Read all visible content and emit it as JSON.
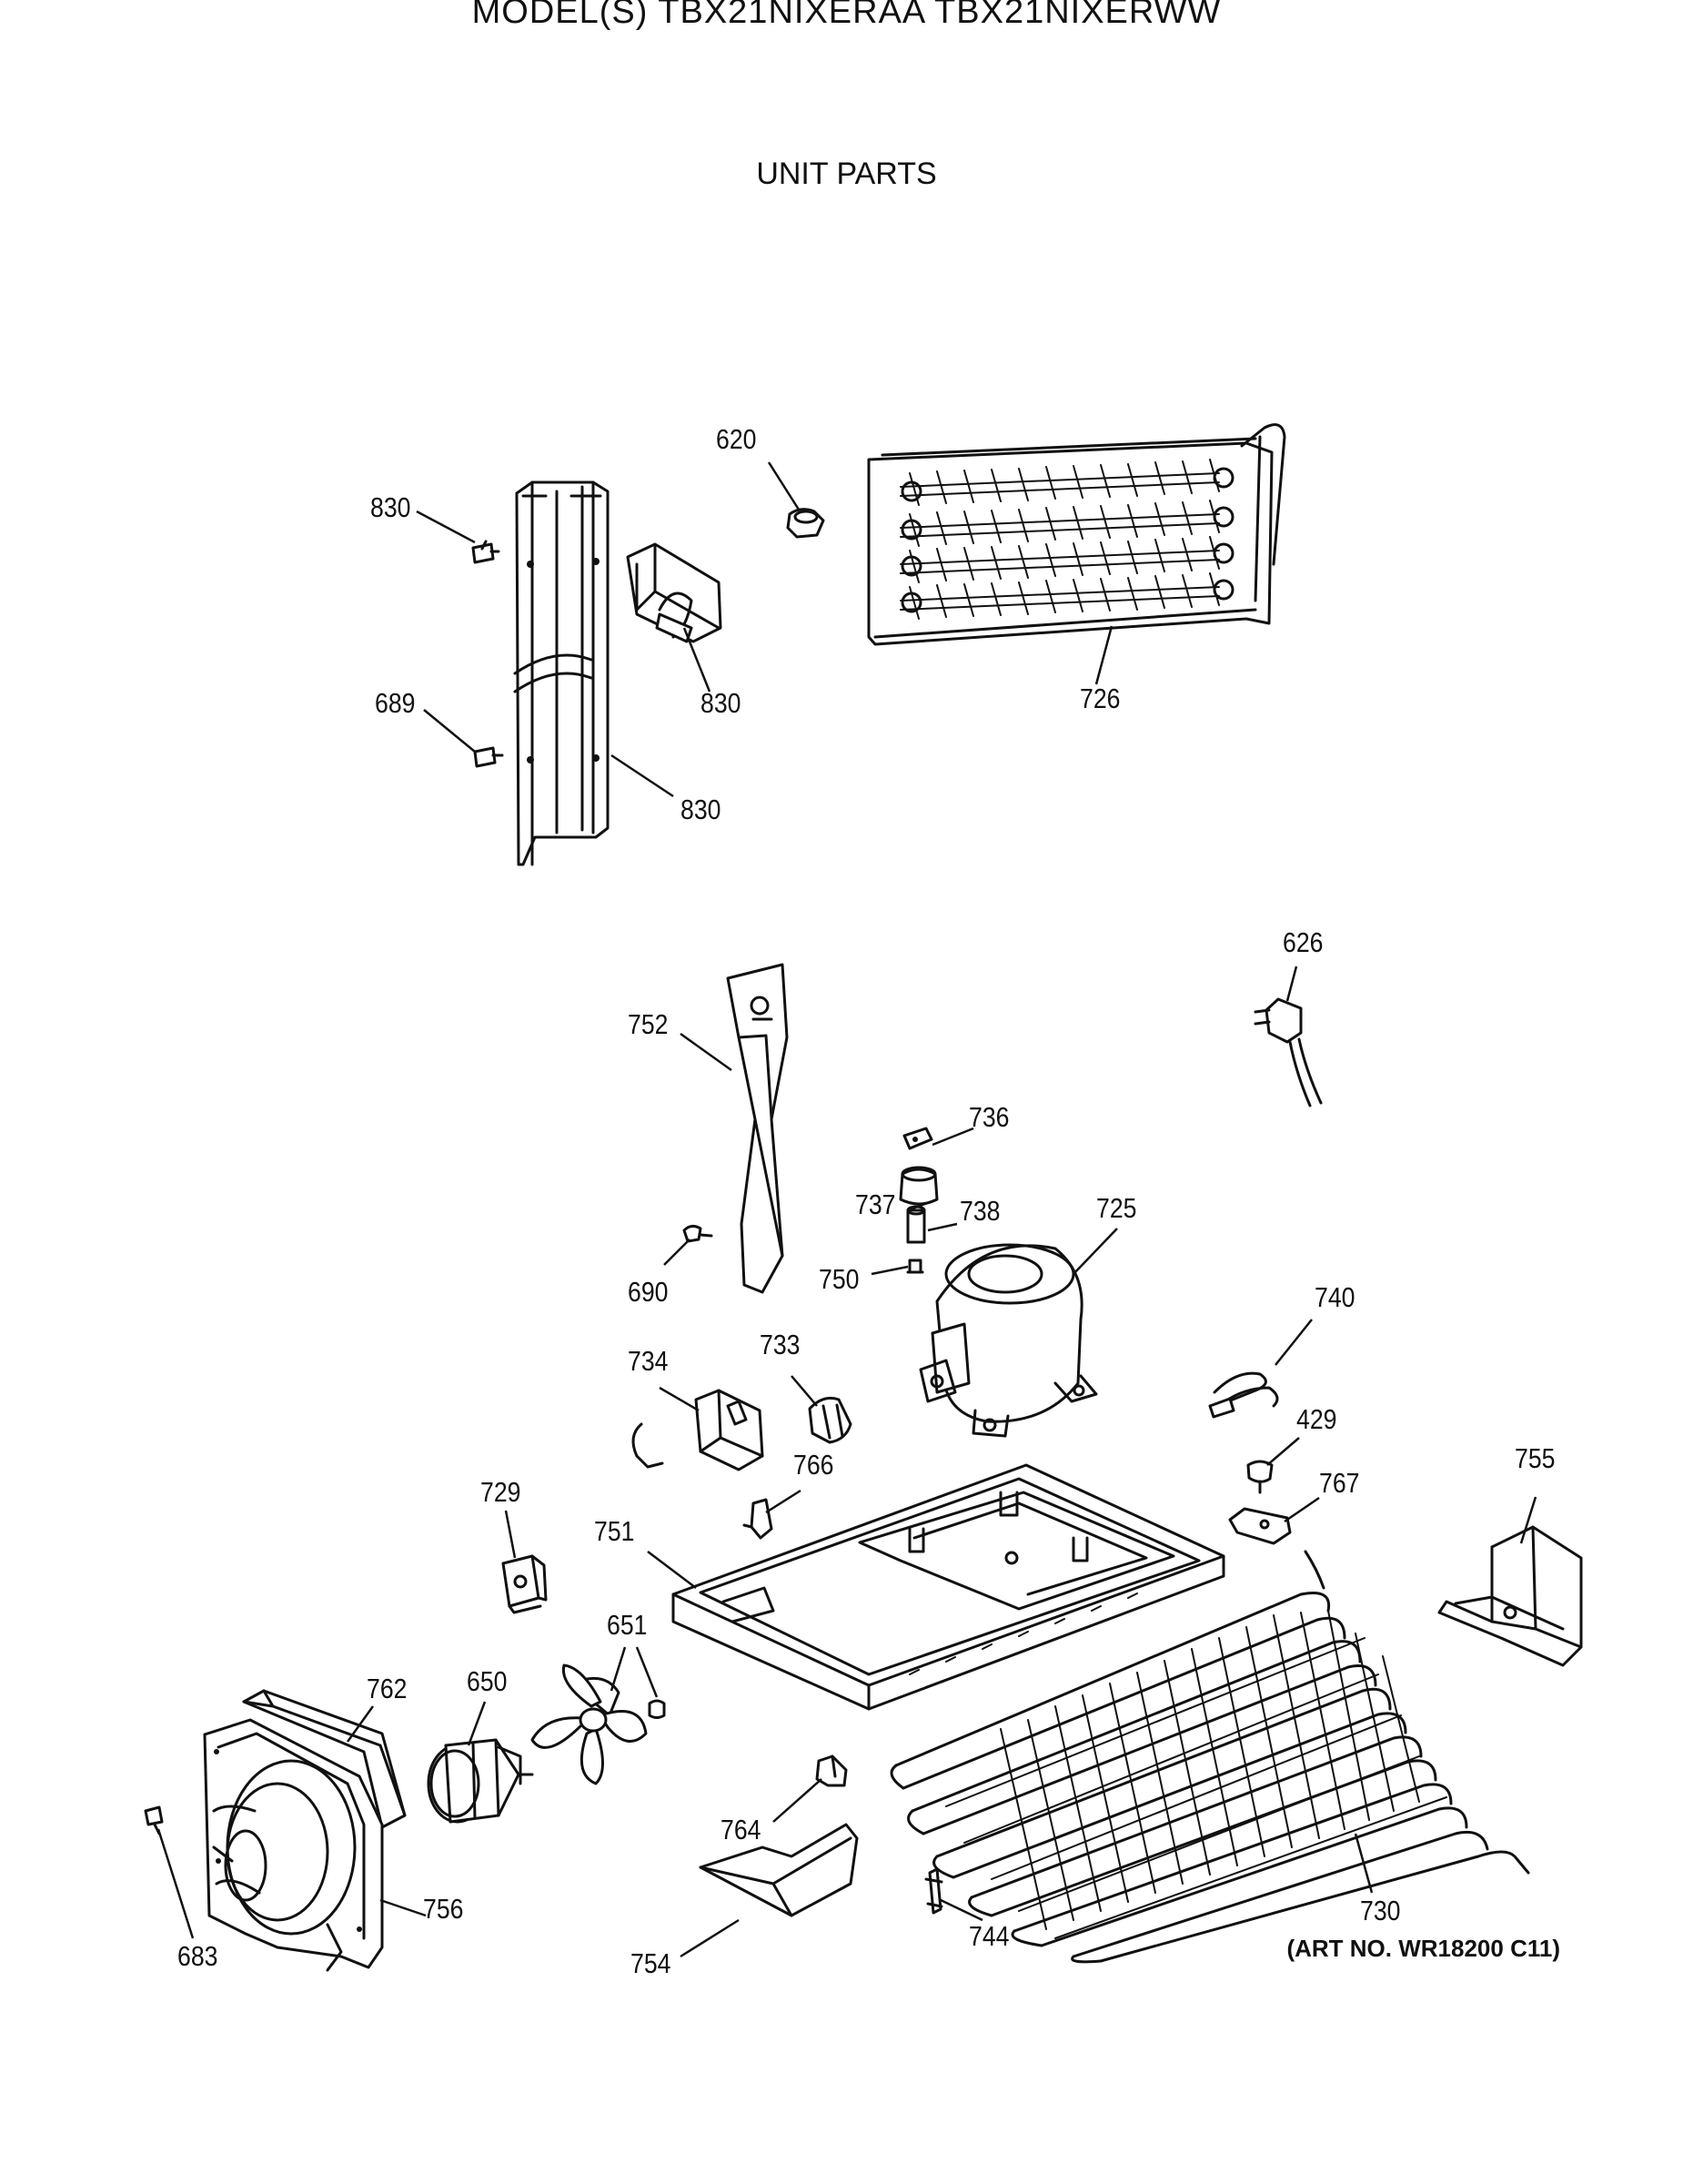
{
  "header": {
    "model_line": "MODEL(S) TBX21NIXERAA  TBX21NIXERWW",
    "section_title": "UNIT PARTS"
  },
  "callouts": {
    "c830_a": "830",
    "c830_b": "830",
    "c830_c": "830",
    "c689": "689",
    "c620": "620",
    "c726": "726",
    "c626": "626",
    "c752": "752",
    "c736": "736",
    "c737": "737",
    "c738": "738",
    "c725": "725",
    "c750": "750",
    "c690": "690",
    "c740": "740",
    "c734": "734",
    "c733": "733",
    "c766": "766",
    "c429": "429",
    "c767": "767",
    "c755": "755",
    "c729": "729",
    "c751": "751",
    "c651": "651",
    "c762": "762",
    "c650": "650",
    "c764": "764",
    "c730": "730",
    "c744": "744",
    "c754": "754",
    "c756": "756",
    "c683": "683"
  },
  "footer": {
    "art_number": "(ART NO. WR18200 C11)"
  }
}
